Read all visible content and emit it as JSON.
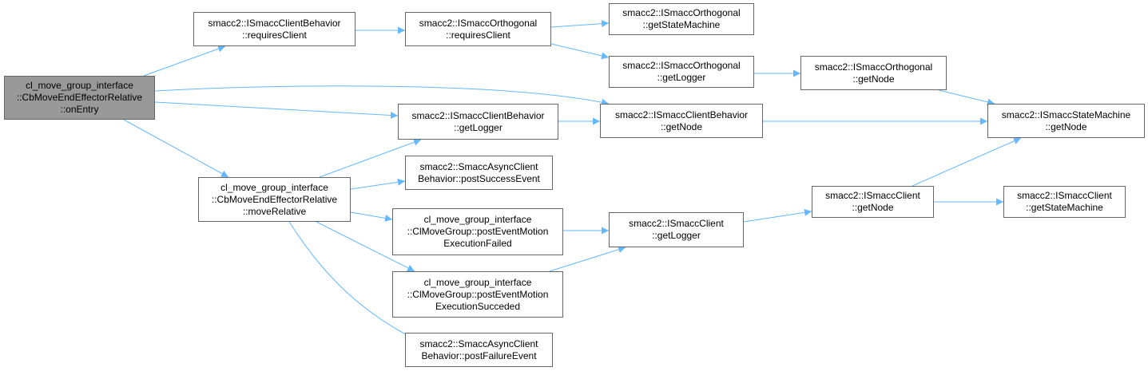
{
  "colors": {
    "edge": "#63b8ff",
    "node_border": "#666666",
    "root_fill": "#999999",
    "node_fill": "#ffffff"
  },
  "nodes": [
    {
      "id": "root",
      "lines": [
        "cl_move_group_interface",
        "::CbMoveEndEffectorRelative",
        "::onEntry"
      ],
      "root": true
    },
    {
      "id": "cb_requiresClient",
      "lines": [
        "smacc2::ISmaccClientBehavior",
        "::requiresClient"
      ]
    },
    {
      "id": "orth_requiresClient",
      "lines": [
        "smacc2::ISmaccOrthogonal",
        "::requiresClient"
      ]
    },
    {
      "id": "orth_getStateMachine",
      "lines": [
        "smacc2::ISmaccOrthogonal",
        "::getStateMachine"
      ]
    },
    {
      "id": "orth_getLogger",
      "lines": [
        "smacc2::ISmaccOrthogonal",
        "::getLogger"
      ]
    },
    {
      "id": "orth_getNode",
      "lines": [
        "smacc2::ISmaccOrthogonal",
        "::getNode"
      ]
    },
    {
      "id": "cb_getLogger",
      "lines": [
        "smacc2::ISmaccClientBehavior",
        "::getLogger"
      ]
    },
    {
      "id": "cb_getNode",
      "lines": [
        "smacc2::ISmaccClientBehavior",
        "::getNode"
      ]
    },
    {
      "id": "sm_getNode",
      "lines": [
        "smacc2::ISmaccStateMachine",
        "::getNode"
      ]
    },
    {
      "id": "moveRelative",
      "lines": [
        "cl_move_group_interface",
        "::CbMoveEndEffectorRelative",
        "::moveRelative"
      ]
    },
    {
      "id": "postSuccessEvent",
      "lines": [
        "smacc2::SmaccAsyncClient",
        "Behavior::postSuccessEvent"
      ]
    },
    {
      "id": "postFailed",
      "lines": [
        "cl_move_group_interface",
        "::ClMoveGroup::postEventMotion",
        "ExecutionFailed"
      ]
    },
    {
      "id": "postSucceded",
      "lines": [
        "cl_move_group_interface",
        "::ClMoveGroup::postEventMotion",
        "ExecutionSucceded"
      ]
    },
    {
      "id": "postFailureEvent",
      "lines": [
        "smacc2::SmaccAsyncClient",
        "Behavior::postFailureEvent"
      ]
    },
    {
      "id": "client_getLogger",
      "lines": [
        "smacc2::ISmaccClient",
        "::getLogger"
      ]
    },
    {
      "id": "client_getNode",
      "lines": [
        "smacc2::ISmaccClient",
        "::getNode"
      ]
    },
    {
      "id": "client_getStateMachine",
      "lines": [
        "smacc2::ISmaccClient",
        "::getStateMachine"
      ]
    }
  ],
  "edges": [
    [
      "root",
      "cb_requiresClient"
    ],
    [
      "root",
      "cb_getNode"
    ],
    [
      "root",
      "cb_getLogger"
    ],
    [
      "root",
      "moveRelative"
    ],
    [
      "cb_requiresClient",
      "orth_requiresClient"
    ],
    [
      "orth_requiresClient",
      "orth_getStateMachine"
    ],
    [
      "orth_requiresClient",
      "orth_getLogger"
    ],
    [
      "orth_getLogger",
      "orth_getNode"
    ],
    [
      "orth_getNode",
      "sm_getNode"
    ],
    [
      "cb_getLogger",
      "cb_getNode"
    ],
    [
      "cb_getNode",
      "sm_getNode"
    ],
    [
      "moveRelative",
      "cb_getLogger"
    ],
    [
      "moveRelative",
      "postSuccessEvent"
    ],
    [
      "moveRelative",
      "postFailed"
    ],
    [
      "moveRelative",
      "postSucceded"
    ],
    [
      "moveRelative",
      "postFailureEvent"
    ],
    [
      "postFailed",
      "client_getLogger"
    ],
    [
      "postSucceded",
      "client_getLogger"
    ],
    [
      "client_getLogger",
      "client_getNode"
    ],
    [
      "client_getNode",
      "sm_getNode"
    ],
    [
      "client_getNode",
      "client_getStateMachine"
    ]
  ]
}
